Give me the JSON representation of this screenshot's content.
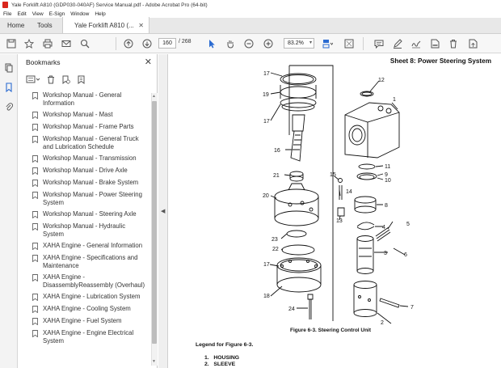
{
  "window": {
    "title": "Yale Forklift A810 (GDP030-040AF) Service Manual.pdf - Adobe Acrobat Pro (64-bit)"
  },
  "menu": [
    "File",
    "Edit",
    "View",
    "E-Sign",
    "Window",
    "Help"
  ],
  "tabs": {
    "home": "Home",
    "tools": "Tools",
    "document": "Yale Forklift A810 (..."
  },
  "toolbar": {
    "current_page": "160",
    "page_total": "/ 268",
    "zoom": "83.2%"
  },
  "bookmarks": {
    "header": "Bookmarks",
    "items": [
      "Workshop Manual - General Information",
      "Workshop Manual - Mast",
      "Workshop Manual - Frame Parts",
      "Workshop Manual - General Truck and Lubrication Schedule",
      "Workshop Manual - Transmission",
      "Workshop Manual - Drive Axle",
      "Workshop Manual - Brake System",
      "Workshop Manual - Power Steering System",
      "Workshop Manual - Steering Axle",
      "Workshop Manual - Hydraulic System",
      "XAHA Engine - General Information",
      "XAHA Engine - Specifications and Maintenance",
      "XAHA Engine - DisassemblyReassembly (Overhaul)",
      "XAHA Engine - Lubrication System",
      "XAHA Engine - Cooling System",
      "XAHA Engine - Fuel System",
      "XAHA Engine - Engine Electrical System"
    ]
  },
  "document": {
    "sheet_title": "Sheet 8: Power Steering System",
    "figure_caption": "Figure 6-3. Steering Control Unit",
    "legend_title": "Legend for Figure 6-3.",
    "legend_items": [
      {
        "n": "1.",
        "label": "HOUSING"
      },
      {
        "n": "2.",
        "label": "SLEEVE"
      }
    ],
    "callouts": [
      "1",
      "2",
      "3",
      "4",
      "5",
      "6",
      "7",
      "8",
      "9",
      "10",
      "11",
      "12",
      "13",
      "14",
      "15",
      "16",
      "17",
      "17",
      "17",
      "18",
      "19",
      "20",
      "21",
      "22",
      "23",
      "24"
    ]
  }
}
